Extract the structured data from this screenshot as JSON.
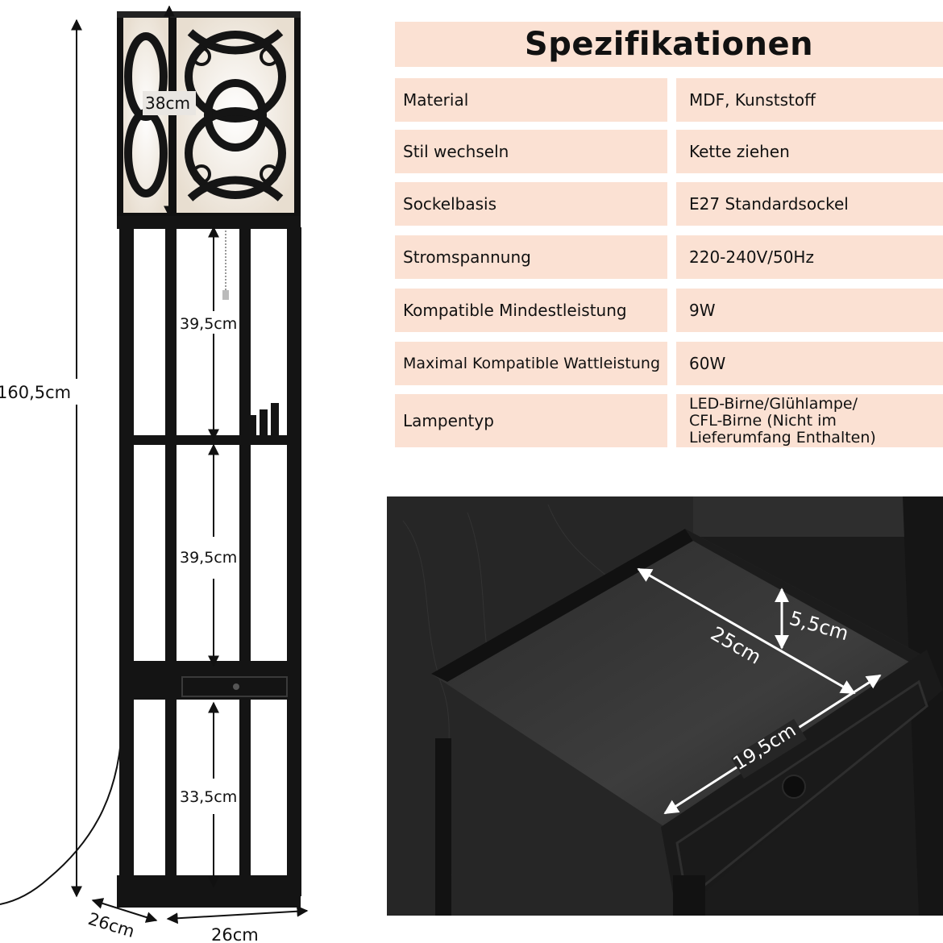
{
  "specs": {
    "title": "Spezifikationen",
    "rows": [
      {
        "label": "Material",
        "value": "MDF, Kunststoff"
      },
      {
        "label": "Stil wechseln",
        "value": "Kette ziehen"
      },
      {
        "label": "Sockelbasis",
        "value": "E27 Standardsockel"
      },
      {
        "label": "Stromspannung",
        "value": "220-240V/50Hz"
      },
      {
        "label": "Kompatible Mindestleistung",
        "value": "9W"
      },
      {
        "label": "Maximal Kompatible Wattleistung",
        "value": "60W"
      },
      {
        "label": "Lampentyp",
        "value": "LED-Birne/Glühlampe/\nCFL-Birne (Nicht im\nLieferumfang Enthalten)"
      }
    ]
  },
  "dimensions": {
    "total_height": "160,5cm",
    "shade_width": "38cm",
    "shelf_1": "39,5cm",
    "shelf_2": "39,5cm",
    "shelf_3": "33,5cm",
    "depth": "26cm",
    "width": "26cm"
  },
  "drawer": {
    "length": "25cm",
    "height": "5,5cm",
    "width": "19,5cm"
  },
  "colors": {
    "spec_background": "#fbe1d3",
    "furniture": "#141414",
    "shade_glow": "#f3ede4"
  }
}
